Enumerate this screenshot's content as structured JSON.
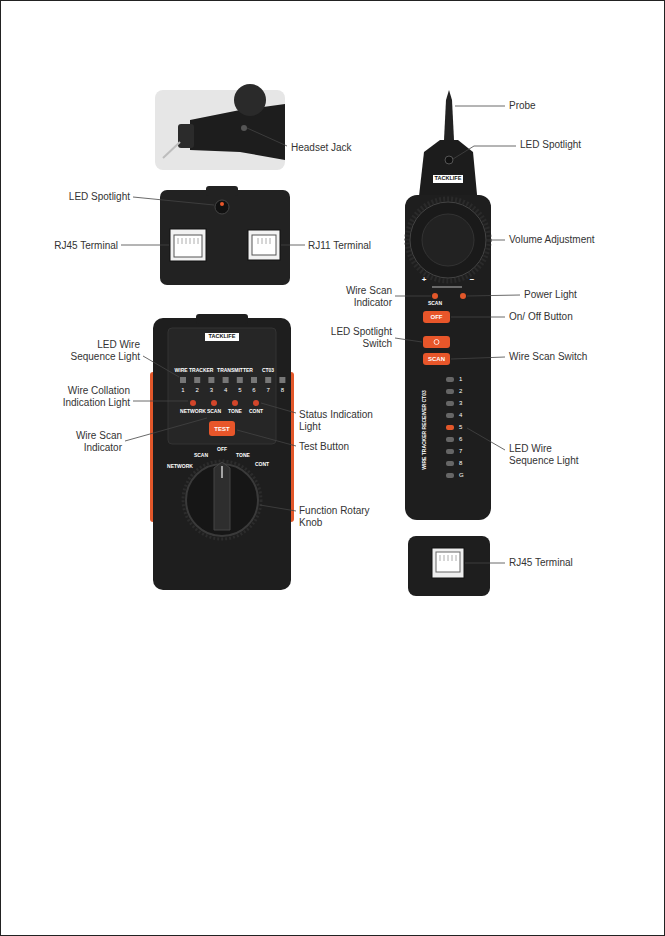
{
  "diagram": {
    "nodes": [
      {
        "text": [
          "TEST"
        ]
      },
      {
        "text": [
          "OFF"
        ]
      },
      {
        "text": [
          "SCAN"
        ]
      }
    ],
    "labels": [
      "Headset Jack",
      "LED Spotlight",
      "RJ45 Terminal",
      "RJ11 Terminal",
      "TACKLIFE",
      "LED Wire Sequence Light",
      "Wire Collation Indication Light",
      "Wire Scan Indicator",
      "WIRE TRACKER",
      "TRANSMITTER",
      "CT03",
      "1",
      "2",
      "3",
      "4",
      "5",
      "6",
      "7",
      "8",
      "NETWORK",
      "SCAN",
      "TONE",
      "CONT",
      "Status Indication Light",
      "Test Button",
      "NETWORK",
      "SCAN",
      "OFF",
      "TONE",
      "CONT",
      "Function Rotary Knob",
      "Probe",
      "LED Spotlight",
      "TACKLIFE",
      "Volume Adjustment",
      "+",
      "−",
      "Wire Scan Indicator",
      "SCAN",
      "Power Light",
      "LED Spotlight Switch",
      "On/ Off Button",
      "Wire Scan Switch",
      "1",
      "2",
      "3",
      "4",
      "5",
      "6",
      "7",
      "8",
      "G",
      "WIRE TRACKER RECEIVER CT03",
      "LED Wire Sequence Light",
      "RJ45 Terminal"
    ]
  }
}
